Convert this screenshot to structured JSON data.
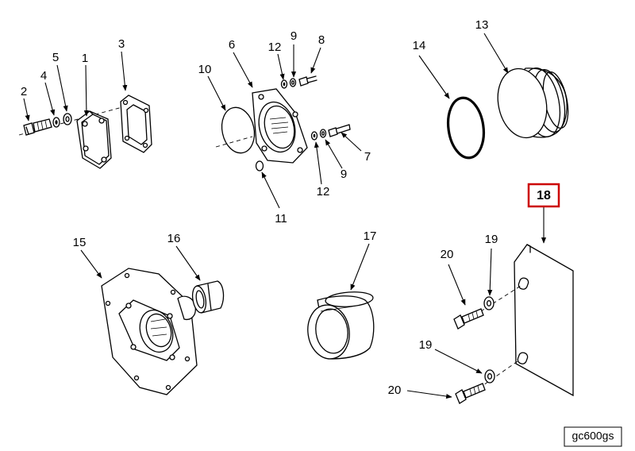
{
  "diagram": {
    "callouts": {
      "c1": "1",
      "c2": "2",
      "c3": "3",
      "c4": "4",
      "c5": "5",
      "c6": "6",
      "c7": "7",
      "c8": "8",
      "c9a": "9",
      "c9b": "9",
      "c10": "10",
      "c11": "11",
      "c12a": "12",
      "c12b": "12",
      "c13": "13",
      "c14": "14",
      "c15": "15",
      "c16": "16",
      "c17": "17",
      "c18": "18",
      "c19a": "19",
      "c19b": "19",
      "c20a": "20",
      "c20b": "20"
    },
    "highlight_color": "#cc0000",
    "drawing_code": "gc600gs"
  }
}
